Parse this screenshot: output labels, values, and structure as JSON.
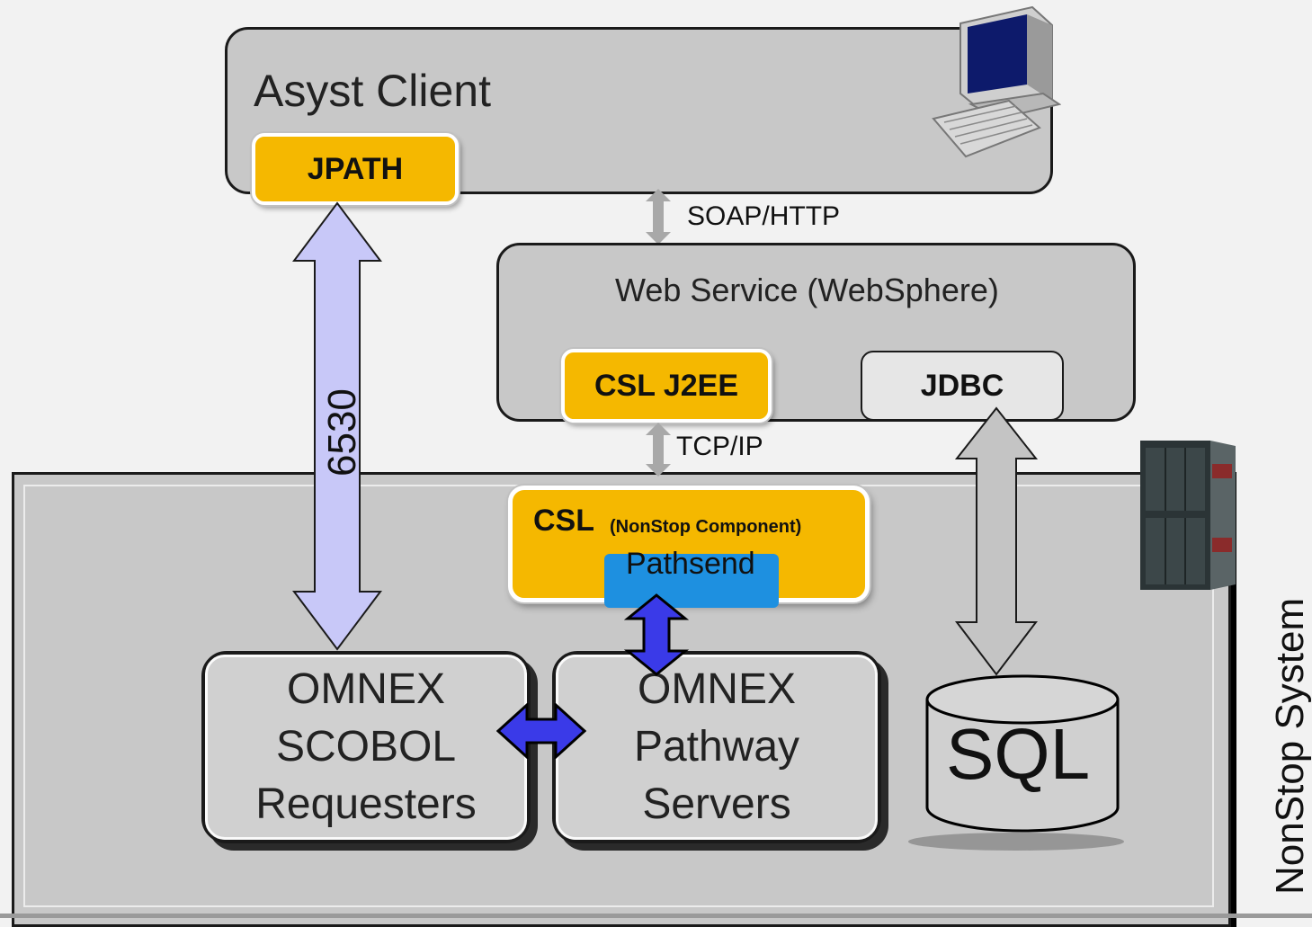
{
  "client": {
    "title": "Asyst Client",
    "jpath_label": "JPATH"
  },
  "connectors": {
    "soap": "SOAP/HTTP",
    "tcpip": "TCP/IP",
    "port": "6530"
  },
  "web_service": {
    "title": "Web Service (WebSphere)",
    "csl_j2ee_label": "CSL J2EE",
    "jdbc_label": "JDBC"
  },
  "csl": {
    "label": "CSL",
    "sub_label": "(NonStop Component)",
    "pathsend_label": "Pathsend"
  },
  "omnex_requesters": {
    "line1": "OMNEX",
    "line2": "SCOBOL",
    "line3": "Requesters"
  },
  "omnex_servers": {
    "line1": "OMNEX",
    "line2": "Pathway",
    "line3": "Servers"
  },
  "database": {
    "label": "SQL"
  },
  "system": {
    "label": "NonStop System"
  },
  "colors": {
    "gold": "#f5b800",
    "blue": "#1e90e0",
    "arrow_purple": "#c8c8f8",
    "arrow_blue": "#3a3ae8",
    "gray": "#c8c8c8"
  }
}
